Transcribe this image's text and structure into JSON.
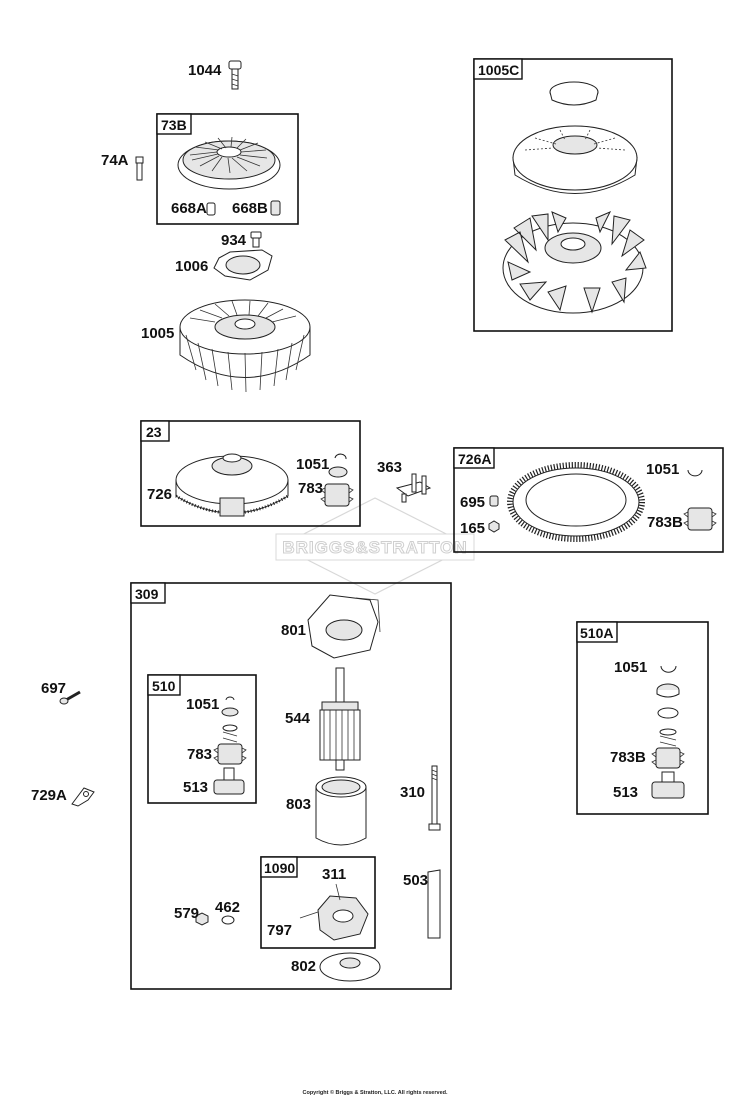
{
  "diagram": {
    "watermark": "BRIGGS&STRATTON",
    "copyright": "Copyright © Briggs & Stratton, LLC. All rights reserved."
  },
  "boxes": {
    "b73B": "73B",
    "b1005C": "1005C",
    "b23": "23",
    "b726A": "726A",
    "b309": "309",
    "b510": "510",
    "b510A": "510A",
    "b1090": "1090"
  },
  "labels": {
    "p1044": "1044",
    "p74A": "74A",
    "p668A": "668A",
    "p668B": "668B",
    "p934": "934",
    "p1006": "1006",
    "p1005": "1005",
    "p726": "726",
    "p1051a": "1051",
    "p783a": "783",
    "p363": "363",
    "p1051b": "1051",
    "p695": "695",
    "p165": "165",
    "p783B": "783B",
    "p801": "801",
    "p544": "544",
    "p803": "803",
    "p310": "310",
    "p311": "311",
    "p503": "503",
    "p797": "797",
    "p579": "579",
    "p462": "462",
    "p802": "802",
    "p697": "697",
    "p729A": "729A",
    "p1051c": "1051",
    "p783c": "783",
    "p513": "513",
    "p1051d": "1051",
    "p783Bd": "783B",
    "p513d": "513"
  }
}
